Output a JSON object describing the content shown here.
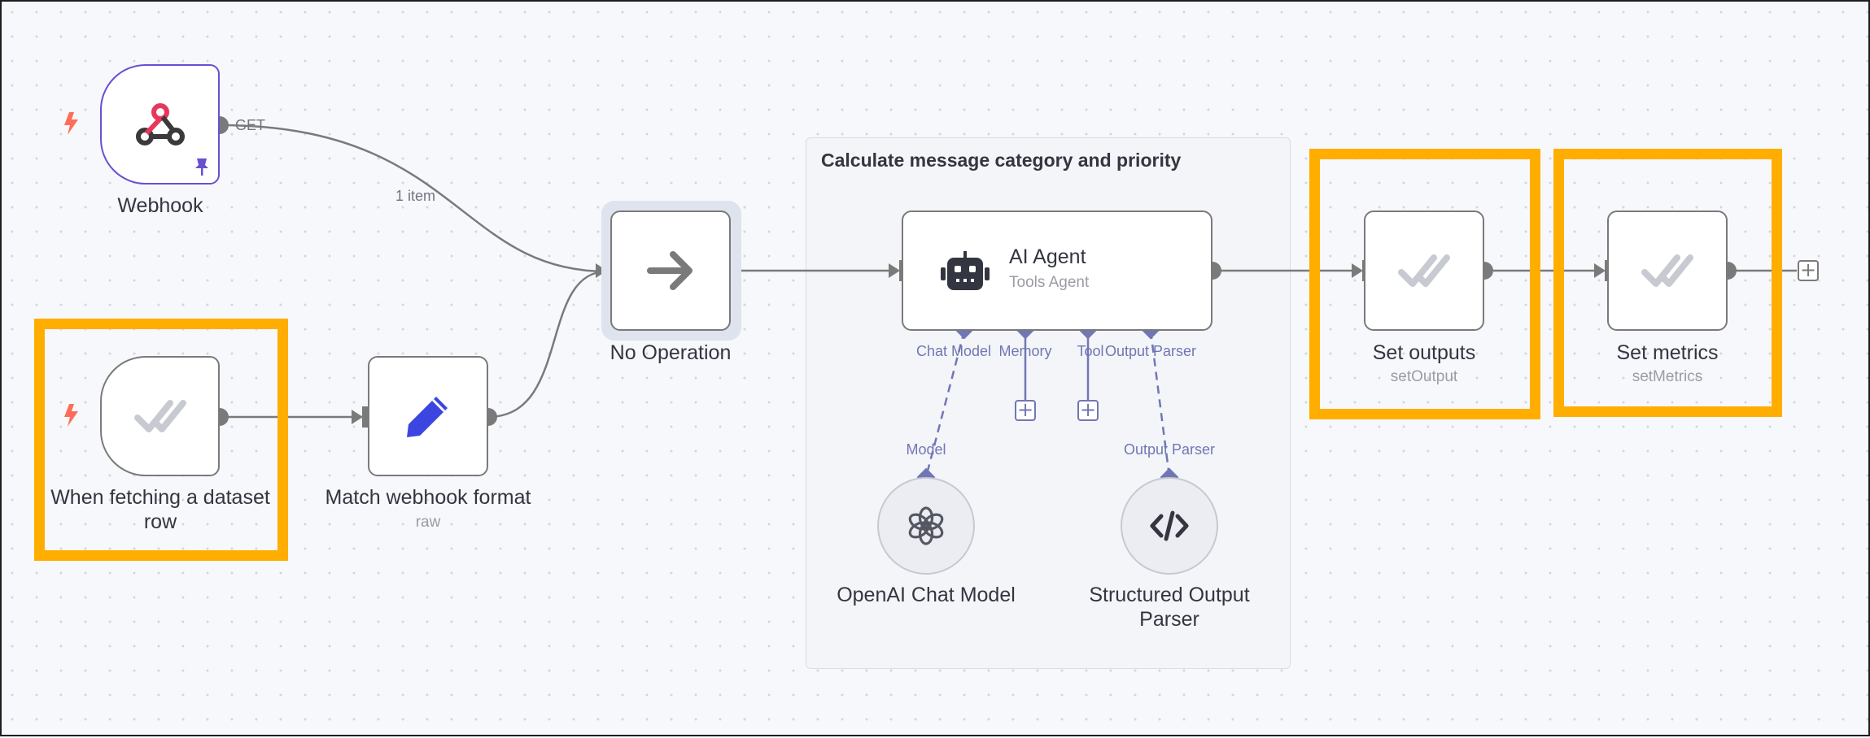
{
  "canvas": {
    "sticky_note": {
      "title": "Calculate message category and priority"
    },
    "edge_labels": {
      "get": "GET",
      "items": "1 item"
    },
    "nodes": {
      "webhook": {
        "label": "Webhook",
        "icon": "webhook-icon",
        "pinned": true
      },
      "dataset_trigger": {
        "label": "When fetching a dataset row",
        "icon": "double-check-icon"
      },
      "match_webhook": {
        "label": "Match webhook format",
        "subtitle": "raw",
        "icon": "pencil-icon"
      },
      "no_operation": {
        "label": "No Operation",
        "icon": "arrow-right-icon"
      },
      "ai_agent": {
        "label": "AI Agent",
        "subtitle": "Tools Agent",
        "icon": "robot-icon"
      },
      "openai_chat_model": {
        "label": "OpenAI Chat Model",
        "icon": "openai-icon"
      },
      "structured_output_parser": {
        "label": "Structured Output Parser",
        "icon": "code-icon"
      },
      "set_outputs": {
        "label": "Set outputs",
        "subtitle": "setOutput",
        "icon": "double-check-icon"
      },
      "set_metrics": {
        "label": "Set metrics",
        "subtitle": "setMetrics",
        "icon": "double-check-icon"
      }
    },
    "agent_ports": {
      "chat_model": "Chat Model",
      "memory": "Memory",
      "tool": "Tool",
      "output_parser": "Output Parser"
    },
    "sub_node_ports": {
      "model": "Model",
      "output_parser": "Output Parser"
    },
    "add_button": "+"
  },
  "colors": {
    "highlight": "#ffae00",
    "trigger_bolt": "#ff6d5a",
    "webhook_border": "#6a4fd0",
    "ai_port": "#7177b4",
    "node_border": "#7a7a7a",
    "edit_icon": "#3b46e0"
  }
}
